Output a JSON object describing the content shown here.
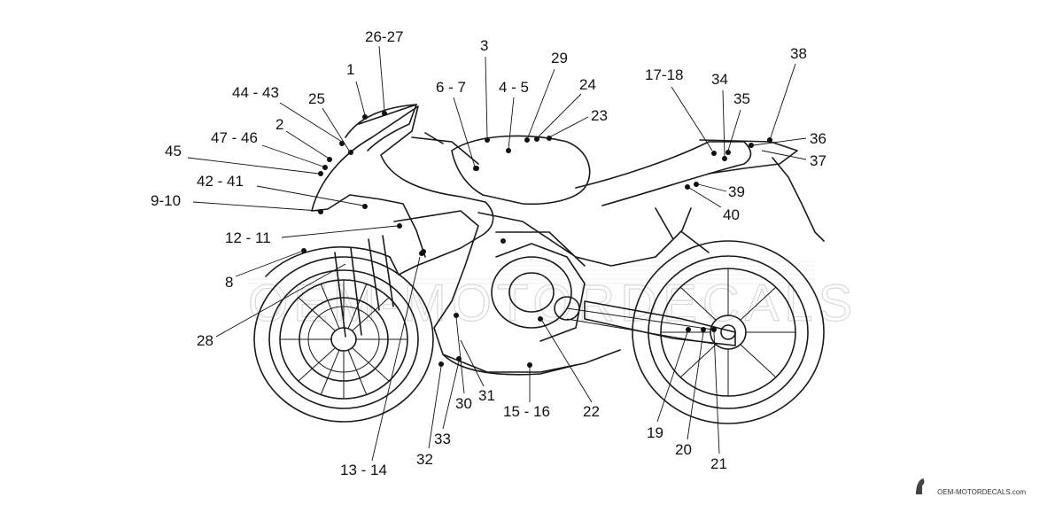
{
  "diagram": {
    "watermark": "OEM-MOTORDECALS",
    "footer_text": "OEM-MOTORDECALS.com",
    "callouts": [
      {
        "id": "c1",
        "label": "1"
      },
      {
        "id": "c2",
        "label": "2"
      },
      {
        "id": "c3",
        "label": "3"
      },
      {
        "id": "c4-5",
        "label": "4 - 5"
      },
      {
        "id": "c6-7",
        "label": "6 - 7"
      },
      {
        "id": "c8",
        "label": "8"
      },
      {
        "id": "c9-10",
        "label": "9-10"
      },
      {
        "id": "c12-11",
        "label": "12 - 11"
      },
      {
        "id": "c13-14",
        "label": "13 - 14"
      },
      {
        "id": "c15-16",
        "label": "15 - 16"
      },
      {
        "id": "c17-18",
        "label": "17-18"
      },
      {
        "id": "c19",
        "label": "19"
      },
      {
        "id": "c20",
        "label": "20"
      },
      {
        "id": "c21",
        "label": "21"
      },
      {
        "id": "c22",
        "label": "22"
      },
      {
        "id": "c23",
        "label": "23"
      },
      {
        "id": "c24",
        "label": "24"
      },
      {
        "id": "c25",
        "label": "25"
      },
      {
        "id": "c26-27",
        "label": "26-27"
      },
      {
        "id": "c28",
        "label": "28"
      },
      {
        "id": "c29",
        "label": "29"
      },
      {
        "id": "c30",
        "label": "30"
      },
      {
        "id": "c31",
        "label": "31"
      },
      {
        "id": "c32",
        "label": "32"
      },
      {
        "id": "c33",
        "label": "33"
      },
      {
        "id": "c34",
        "label": "34"
      },
      {
        "id": "c35",
        "label": "35"
      },
      {
        "id": "c36",
        "label": "36"
      },
      {
        "id": "c37",
        "label": "37"
      },
      {
        "id": "c38",
        "label": "38"
      },
      {
        "id": "c39",
        "label": "39"
      },
      {
        "id": "c40",
        "label": "40"
      },
      {
        "id": "c42-41",
        "label": "42 - 41"
      },
      {
        "id": "c44-43",
        "label": "44 - 43"
      },
      {
        "id": "c45",
        "label": "45"
      },
      {
        "id": "c47-46",
        "label": "47 - 46"
      }
    ]
  }
}
